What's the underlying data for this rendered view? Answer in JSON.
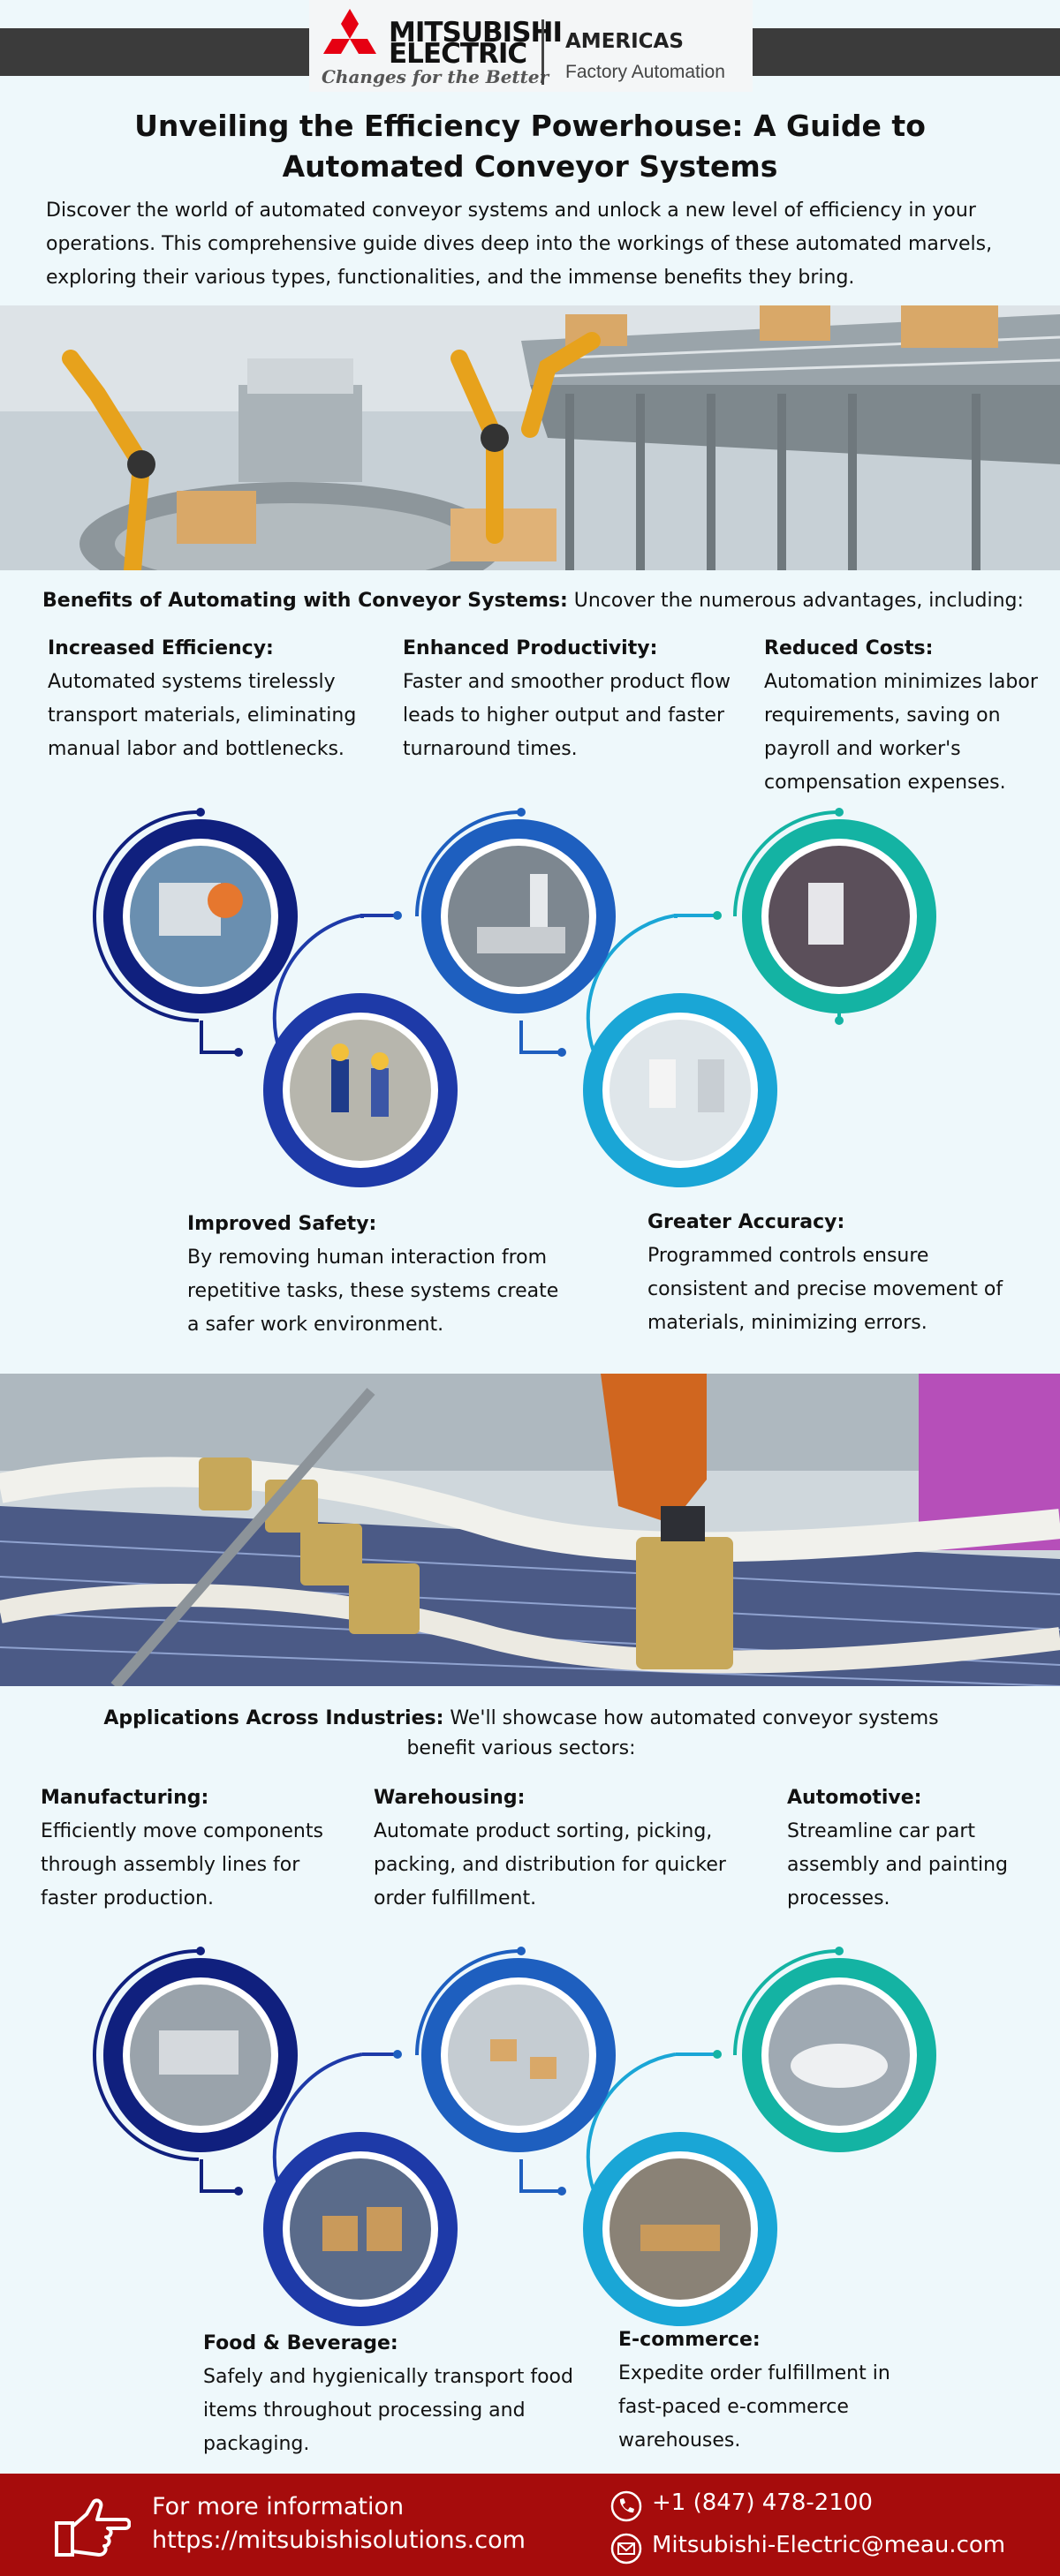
{
  "header": {
    "brand_line1": "MITSUBISHI",
    "brand_line2": "ELECTRIC",
    "tagline": "Changes for the Better",
    "region": "AMERICAS",
    "division": "Factory Automation"
  },
  "title": "Unveiling the Efficiency Powerhouse: A Guide to Automated Conveyor Systems",
  "intro": "Discover the world of automated conveyor systems and unlock a new level of efficiency in your operations. This comprehensive guide dives deep into the workings of these automated marvels, exploring their various types, functionalities, and the immense benefits they bring.",
  "benefits": {
    "heading_bold": "Benefits of Automating with Conveyor Systems:",
    "heading_rest": " Uncover the numerous advantages, including:",
    "items": [
      {
        "title": "Increased Efficiency:",
        "text": "Automated systems tirelessly transport materials, eliminating manual labor and bottlenecks."
      },
      {
        "title": "Enhanced Productivity:",
        "text": "Faster and smoother product flow leads to higher output and faster turnaround times."
      },
      {
        "title": "Reduced Costs:",
        "text": "Automation minimizes labor requirements, saving on payroll and worker's compensation expenses."
      },
      {
        "title": "Improved Safety:",
        "text": "By removing human interaction from repetitive tasks, these systems create a safer work environment."
      },
      {
        "title": "Greater Accuracy:",
        "text": "Programmed controls ensure consistent and precise movement of materials, minimizing errors."
      }
    ]
  },
  "applications": {
    "heading_bold": "Applications Across Industries:",
    "heading_rest": " We'll showcase how automated conveyor systems benefit various sectors:",
    "items": [
      {
        "title": "Manufacturing:",
        "text": "Efficiently move components through assembly lines for faster production."
      },
      {
        "title": "Warehousing:",
        "text": "Automate product sorting, picking, packing, and distribution for quicker order fulfillment."
      },
      {
        "title": "Automotive:",
        "text": "Streamline car part assembly and painting processes."
      },
      {
        "title": "Food & Beverage:",
        "text": "Safely and hygienically transport food items throughout processing and packaging."
      },
      {
        "title": "E-commerce:",
        "text": "Expedite order fulfillment in fast-paced e-commerce warehouses."
      }
    ]
  },
  "footer": {
    "more": "For more information",
    "url": "https://mitsubishisolutions.com",
    "phone": "+1 (847) 478-2100",
    "email": "Mitsubishi-Electric@meau.com"
  },
  "colors": {
    "navy": "#10207e",
    "blue": "#1e5fbf",
    "teal": "#14b3a3",
    "cyan": "#1aa6d6",
    "footer_red": "#a60c0c"
  }
}
